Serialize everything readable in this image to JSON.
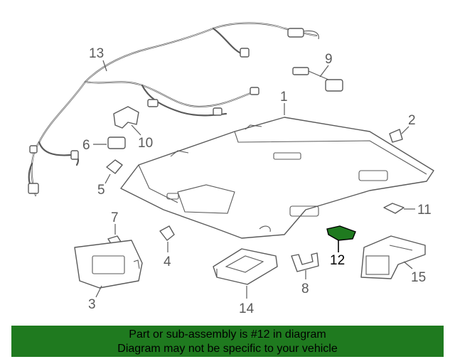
{
  "callouts": {
    "c1": "1",
    "c2": "2",
    "c3": "3",
    "c4": "4",
    "c5": "5",
    "c6": "6",
    "c7": "7",
    "c8": "8",
    "c9": "9",
    "c10": "10",
    "c11": "11",
    "c12": "12",
    "c13": "13",
    "c14": "14",
    "c15": "15"
  },
  "highlight": {
    "part": "12",
    "color": "#1f7a1f"
  },
  "banner": {
    "line1": "Part or sub-assembly is #12 in diagram",
    "line2": "Diagram may not be specific to your vehicle",
    "background": "#1f7a1f"
  }
}
